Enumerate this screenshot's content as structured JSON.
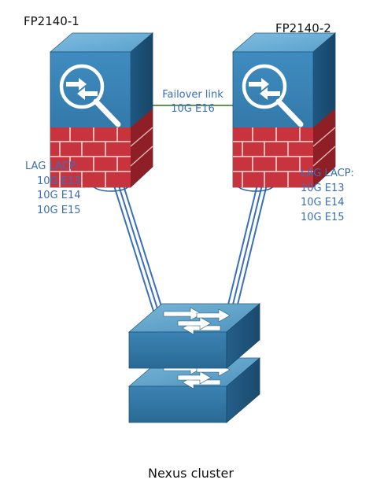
{
  "devices": {
    "fw1": {
      "name": "FP2140-1"
    },
    "fw2": {
      "name": "FP2140-2"
    }
  },
  "failover": {
    "title": "Failover link",
    "port": "10G E16"
  },
  "lag_left": {
    "title": "LAG LACP:",
    "ports": [
      "10G E13",
      "10G E14",
      "10G E15"
    ]
  },
  "lag_right": {
    "title": "LAG LACP:",
    "ports": [
      "10G E13",
      "10G E14",
      "10G E15"
    ]
  },
  "cluster": {
    "name": "Nexus cluster"
  },
  "colors": {
    "label_blue": "#3a6fb8",
    "failover_line": "#4a8a3a",
    "lag_line": "#3a6fb8",
    "firewall_red": "#c8343e",
    "device_blue": "#3a7fb0"
  }
}
